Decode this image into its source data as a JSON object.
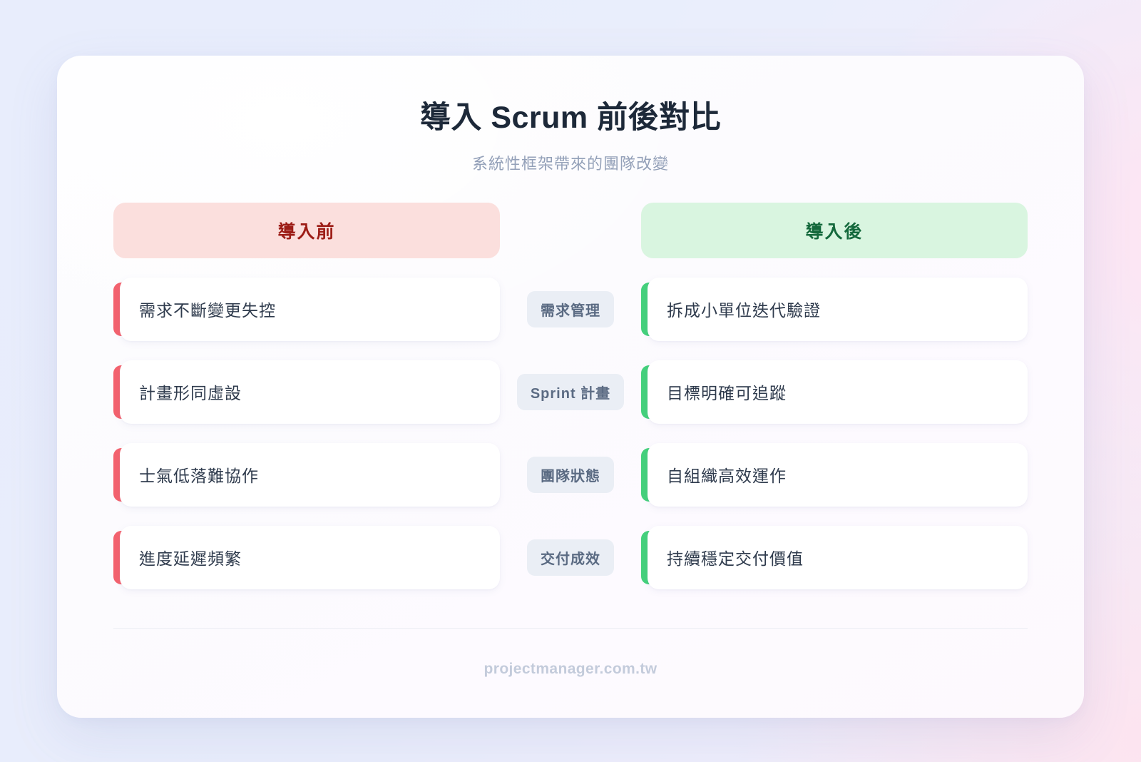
{
  "header": {
    "title": "導入 Scrum 前後對比",
    "subtitle": "系統性框架帶來的團隊改變"
  },
  "columns": {
    "before_label": "導入前",
    "after_label": "導入後",
    "before_color": "#9d1d17",
    "before_bg": "#fbdfdd",
    "after_color": "#14693c",
    "after_bg": "#d9f5e0",
    "accent_before": "#f4626e",
    "accent_after": "#44d17c"
  },
  "rows": [
    {
      "category": "需求管理",
      "before": "需求不斷變更失控",
      "after": "拆成小單位迭代驗證"
    },
    {
      "category": "Sprint 計畫",
      "before": "計畫形同虛設",
      "after": "目標明確可追蹤"
    },
    {
      "category": "團隊狀態",
      "before": "士氣低落難協作",
      "after": "自組織高效運作"
    },
    {
      "category": "交付成效",
      "before": "進度延遲頻繁",
      "after": "持續穩定交付價值"
    }
  ],
  "footer": {
    "text": "projectmanager.com.tw"
  }
}
